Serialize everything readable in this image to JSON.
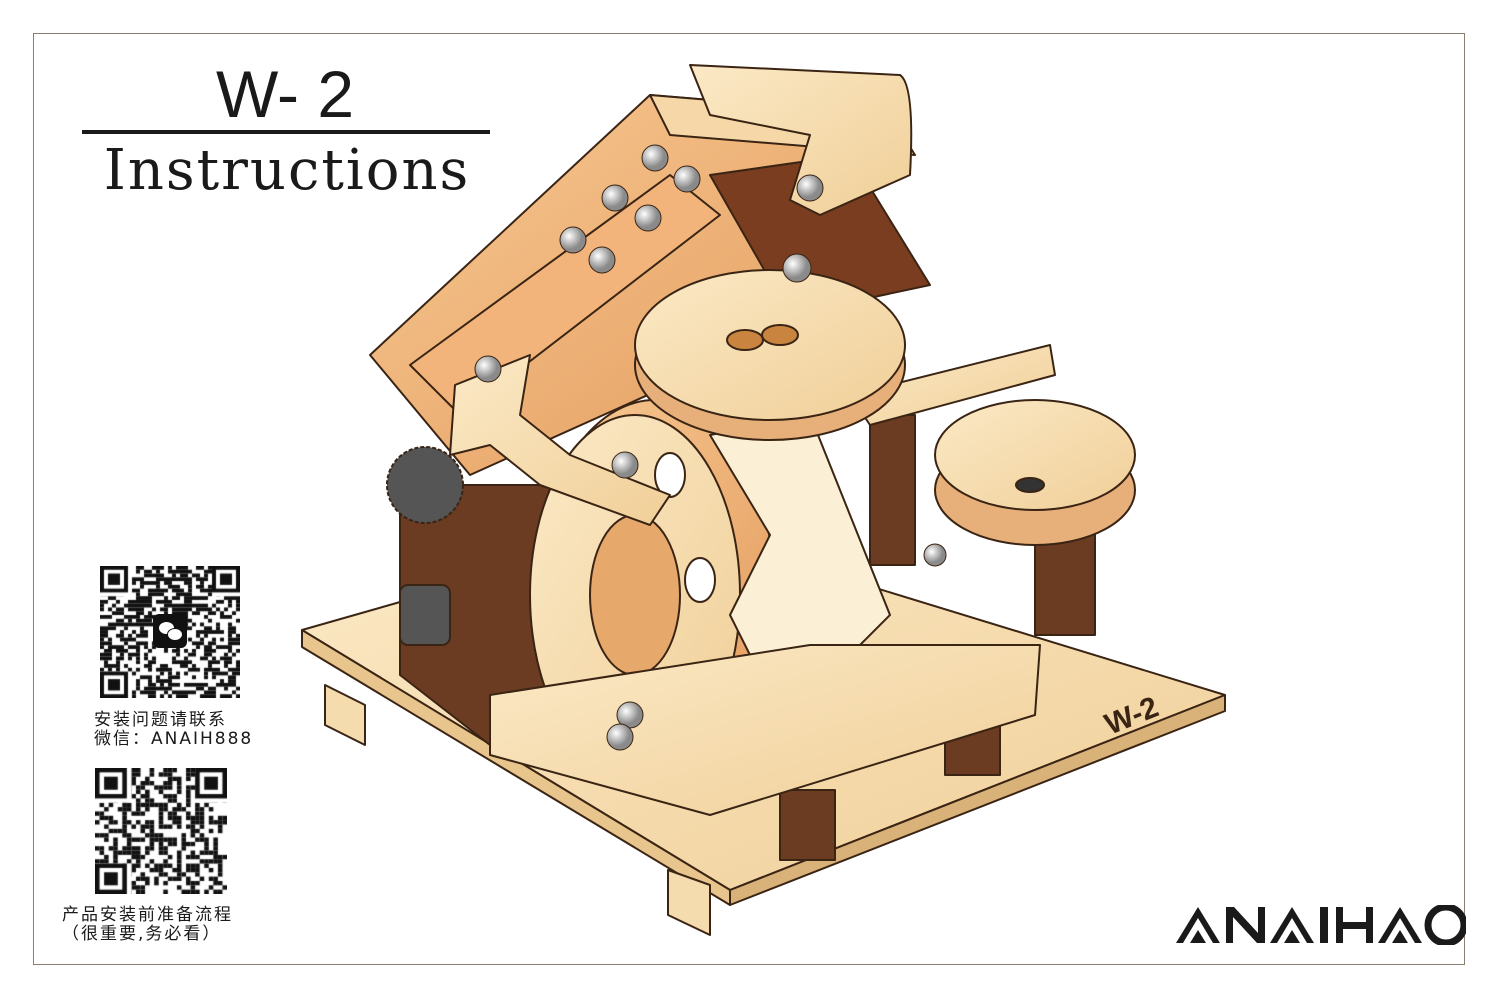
{
  "cover": {
    "model": "W- 2",
    "title": "Instructions"
  },
  "contact": {
    "qr1_icon": "wechat-icon",
    "line1": "安装问题请联系",
    "line2": "微信：ANAIH888",
    "line3": "产品安装前准备流程",
    "line4": "（很重要,务必看）"
  },
  "illustration": {
    "base_label": "W-2"
  },
  "brand": {
    "logo_text": "ANAIHAO"
  },
  "colors": {
    "ink": "#1a1a1a",
    "frame": "#8a7f70",
    "wood_light": "#f5dcb0",
    "wood_mid": "#e8b07a",
    "wood_dark": "#6b3b22"
  }
}
